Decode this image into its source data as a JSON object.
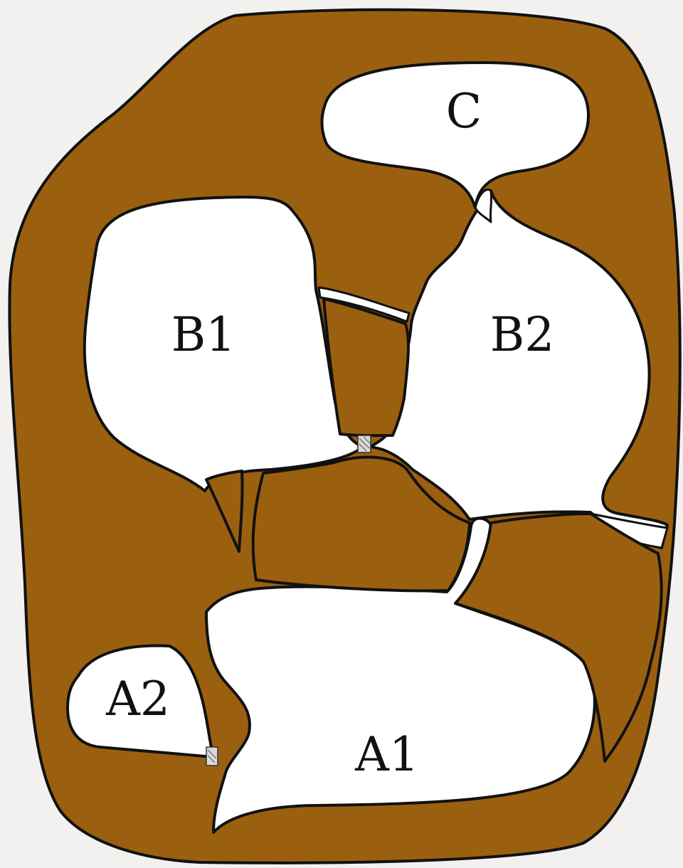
{
  "diagram": {
    "colors": {
      "background": "#f2f1f0",
      "rock": "#9b600f",
      "chamber": "#ffffff",
      "outline": "#111111"
    },
    "chambers": [
      {
        "id": "C",
        "label": "C"
      },
      {
        "id": "B1",
        "label": "B1"
      },
      {
        "id": "B2",
        "label": "B2"
      },
      {
        "id": "A1",
        "label": "A1"
      },
      {
        "id": "A2",
        "label": "A2"
      }
    ]
  }
}
